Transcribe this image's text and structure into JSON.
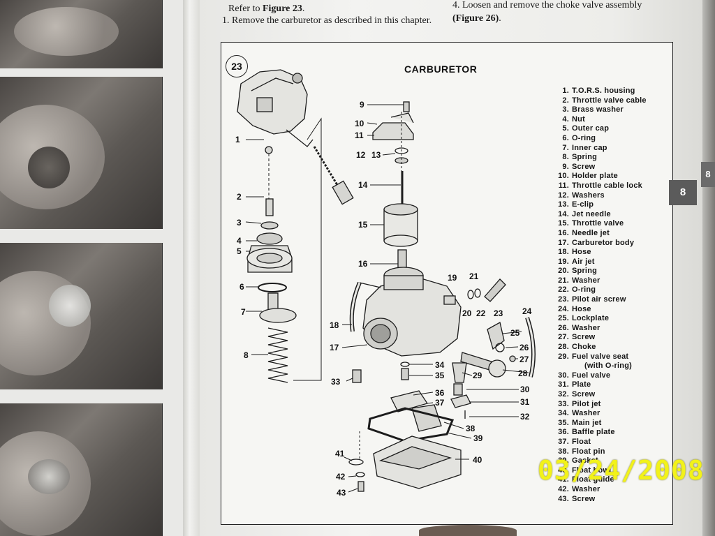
{
  "intro": {
    "left_line1_pre": "Refer to ",
    "left_line1_bold": "Figure 23",
    "left_line1_post": ".",
    "left_line2": "1. Remove the carburetor as described in this chapter.",
    "right_line1": "4. Loosen and remove the choke valve assembly",
    "right_line2_bold": "(Figure 26)",
    "right_line2_post": "."
  },
  "figure": {
    "number": "23",
    "title": "CARBURETOR"
  },
  "callouts": [
    "1",
    "2",
    "3",
    "4",
    "5",
    "6",
    "7",
    "8",
    "9",
    "10",
    "11",
    "12",
    "13",
    "14",
    "15",
    "16",
    "17",
    "18",
    "19",
    "20",
    "21",
    "22",
    "23",
    "24",
    "25",
    "26",
    "27",
    "28",
    "29",
    "30",
    "31",
    "32",
    "33",
    "34",
    "35",
    "36",
    "37",
    "38",
    "39",
    "40",
    "41",
    "42",
    "43"
  ],
  "legend": [
    {
      "n": "1.",
      "label": "T.O.R.S. housing"
    },
    {
      "n": "2.",
      "label": "Throttle valve cable"
    },
    {
      "n": "3.",
      "label": "Brass washer"
    },
    {
      "n": "4.",
      "label": "Nut"
    },
    {
      "n": "5.",
      "label": "Outer cap"
    },
    {
      "n": "6.",
      "label": "O-ring"
    },
    {
      "n": "7.",
      "label": "Inner cap"
    },
    {
      "n": "8.",
      "label": "Spring"
    },
    {
      "n": "9.",
      "label": "Screw"
    },
    {
      "n": "10.",
      "label": "Holder plate"
    },
    {
      "n": "11.",
      "label": "Throttle cable lock"
    },
    {
      "n": "12.",
      "label": "Washers"
    },
    {
      "n": "13.",
      "label": "E-clip"
    },
    {
      "n": "14.",
      "label": "Jet needle"
    },
    {
      "n": "15.",
      "label": "Throttle valve"
    },
    {
      "n": "16.",
      "label": "Needle jet"
    },
    {
      "n": "17.",
      "label": "Carburetor body"
    },
    {
      "n": "18.",
      "label": "Hose"
    },
    {
      "n": "19.",
      "label": "Air jet"
    },
    {
      "n": "20.",
      "label": "Spring"
    },
    {
      "n": "21.",
      "label": "Washer"
    },
    {
      "n": "22.",
      "label": "O-ring"
    },
    {
      "n": "23.",
      "label": "Pilot air screw"
    },
    {
      "n": "24.",
      "label": "Hose"
    },
    {
      "n": "25.",
      "label": "Lockplate"
    },
    {
      "n": "26.",
      "label": "Washer"
    },
    {
      "n": "27.",
      "label": "Screw"
    },
    {
      "n": "28.",
      "label": "Choke"
    },
    {
      "n": "29.",
      "label": "Fuel valve seat"
    },
    {
      "n": "",
      "label": "(with O-ring)"
    },
    {
      "n": "30.",
      "label": "Fuel valve"
    },
    {
      "n": "31.",
      "label": "Plate"
    },
    {
      "n": "32.",
      "label": "Screw"
    },
    {
      "n": "33.",
      "label": "Pilot jet"
    },
    {
      "n": "34.",
      "label": "Washer"
    },
    {
      "n": "35.",
      "label": "Main jet"
    },
    {
      "n": "36.",
      "label": "Baffle plate"
    },
    {
      "n": "37.",
      "label": "Float"
    },
    {
      "n": "38.",
      "label": "Float pin"
    },
    {
      "n": "39.",
      "label": "Gasket"
    },
    {
      "n": "40.",
      "label": "Float bowl"
    },
    {
      "n": "41.",
      "label": "Float guide"
    },
    {
      "n": "42.",
      "label": "Washer"
    },
    {
      "n": "43.",
      "label": "Screw"
    }
  ],
  "chapter_tab": "8",
  "chapter_tab_edge": "8",
  "date_stamp": "03/24/2008"
}
